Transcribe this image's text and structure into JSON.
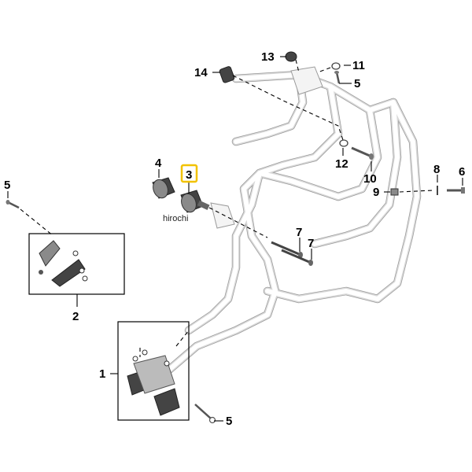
{
  "callouts": {
    "c13": "13",
    "c11": "11",
    "c5a": "5",
    "c14": "14",
    "c12": "12",
    "c10": "10",
    "c8": "8",
    "c6": "6",
    "c9": "9",
    "c4": "4",
    "c3": "3",
    "c5b": "5",
    "c7a": "7",
    "c7b": "7",
    "c2": "2",
    "c1": "1",
    "c5c": "5"
  },
  "watermark": "hirochi",
  "colors": {
    "highlight": "#f2c200",
    "frame": "#d9d9d9",
    "ink": "#000000"
  }
}
